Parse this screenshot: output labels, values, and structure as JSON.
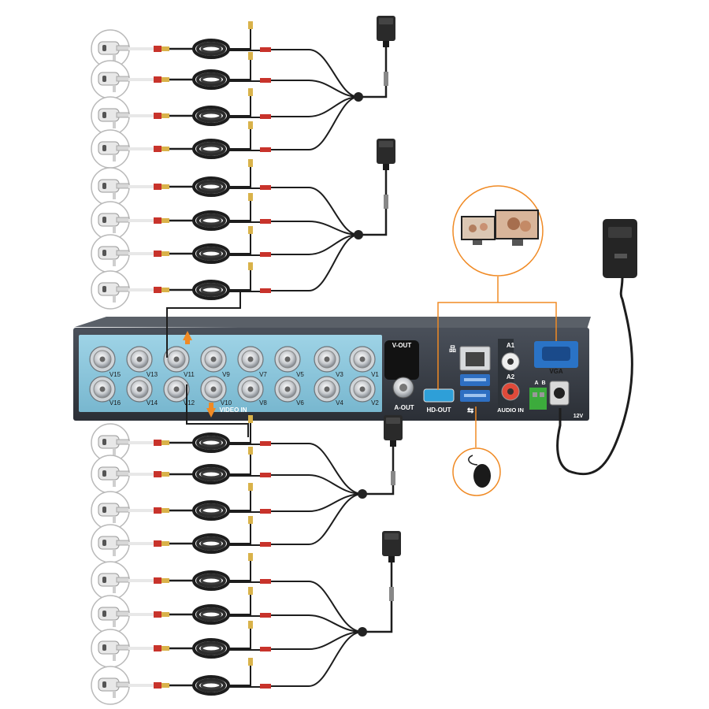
{
  "dvr": {
    "video_in_label": "VIDEO IN",
    "vout_label": "V-OUT",
    "aout_label": "A-OUT",
    "hdout_label": "HD-OUT",
    "audio_in_label": "AUDIO IN",
    "vga_label": "VGA",
    "a1_label": "A1",
    "a2_label": "A2",
    "a_label": "A",
    "b_label": "B",
    "dc_label": "12V",
    "top_row": [
      "V15",
      "V13",
      "V11",
      "V9",
      "V7",
      "V5",
      "V3",
      "V1"
    ],
    "bottom_row": [
      "V16",
      "V14",
      "V12",
      "V10",
      "V8",
      "V6",
      "V4",
      "V2"
    ]
  },
  "colors": {
    "panel": "#8cc7dc",
    "chassis": "#3a3f47",
    "accent_line": "#f08a24",
    "cable": "#222222",
    "plug_red": "#c8332b",
    "plug_gold": "#d9b24a",
    "hdmi": "#2e9fd8",
    "usb": "#2e6fc2",
    "vga": "#2a73c6",
    "terminal": "#3cab3c"
  },
  "icons": {
    "camera": "camera-icon",
    "psu": "power-adapter-icon",
    "monitor": "monitor-icon",
    "mouse": "mouse-icon",
    "lan": "network-icon",
    "usb": "usb-icon"
  }
}
